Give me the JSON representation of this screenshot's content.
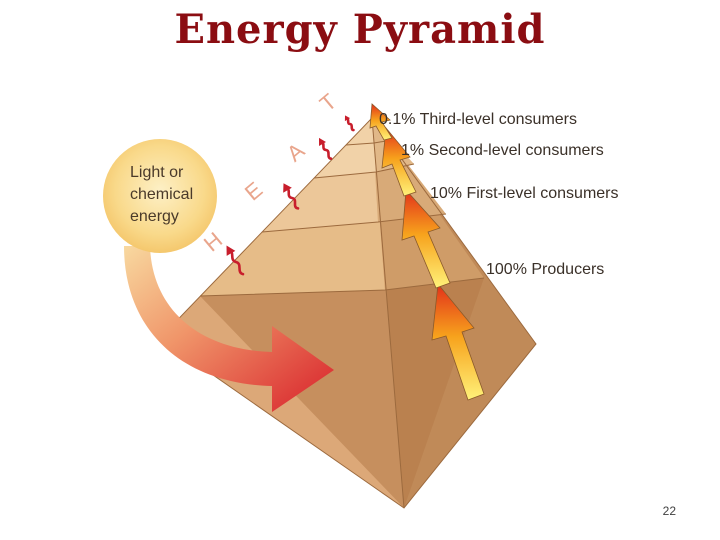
{
  "title": "Energy Pyramid",
  "energy_source": {
    "line1": "Light or",
    "line2": "chemical",
    "line3": "energy"
  },
  "heat_letters": [
    "H",
    "E",
    "A",
    "T"
  ],
  "levels": [
    "0.1% Third-level consumers",
    "1% Second-level consumers",
    "10% First-level consumers",
    "100% Producers"
  ],
  "page_number": "22",
  "colors": {
    "title": "#8b0d12",
    "heat_arrows": "#c81e2c",
    "sun_circle": "#f9d98a",
    "pyramid_light": "#e8bf8c",
    "pyramid_dark": "#b88050",
    "energy_arrow": "#e23a1c"
  },
  "icons": {
    "heat_wave": "wavy-up-arrow-icon",
    "energy_flow": "upward-arrow-icon"
  }
}
